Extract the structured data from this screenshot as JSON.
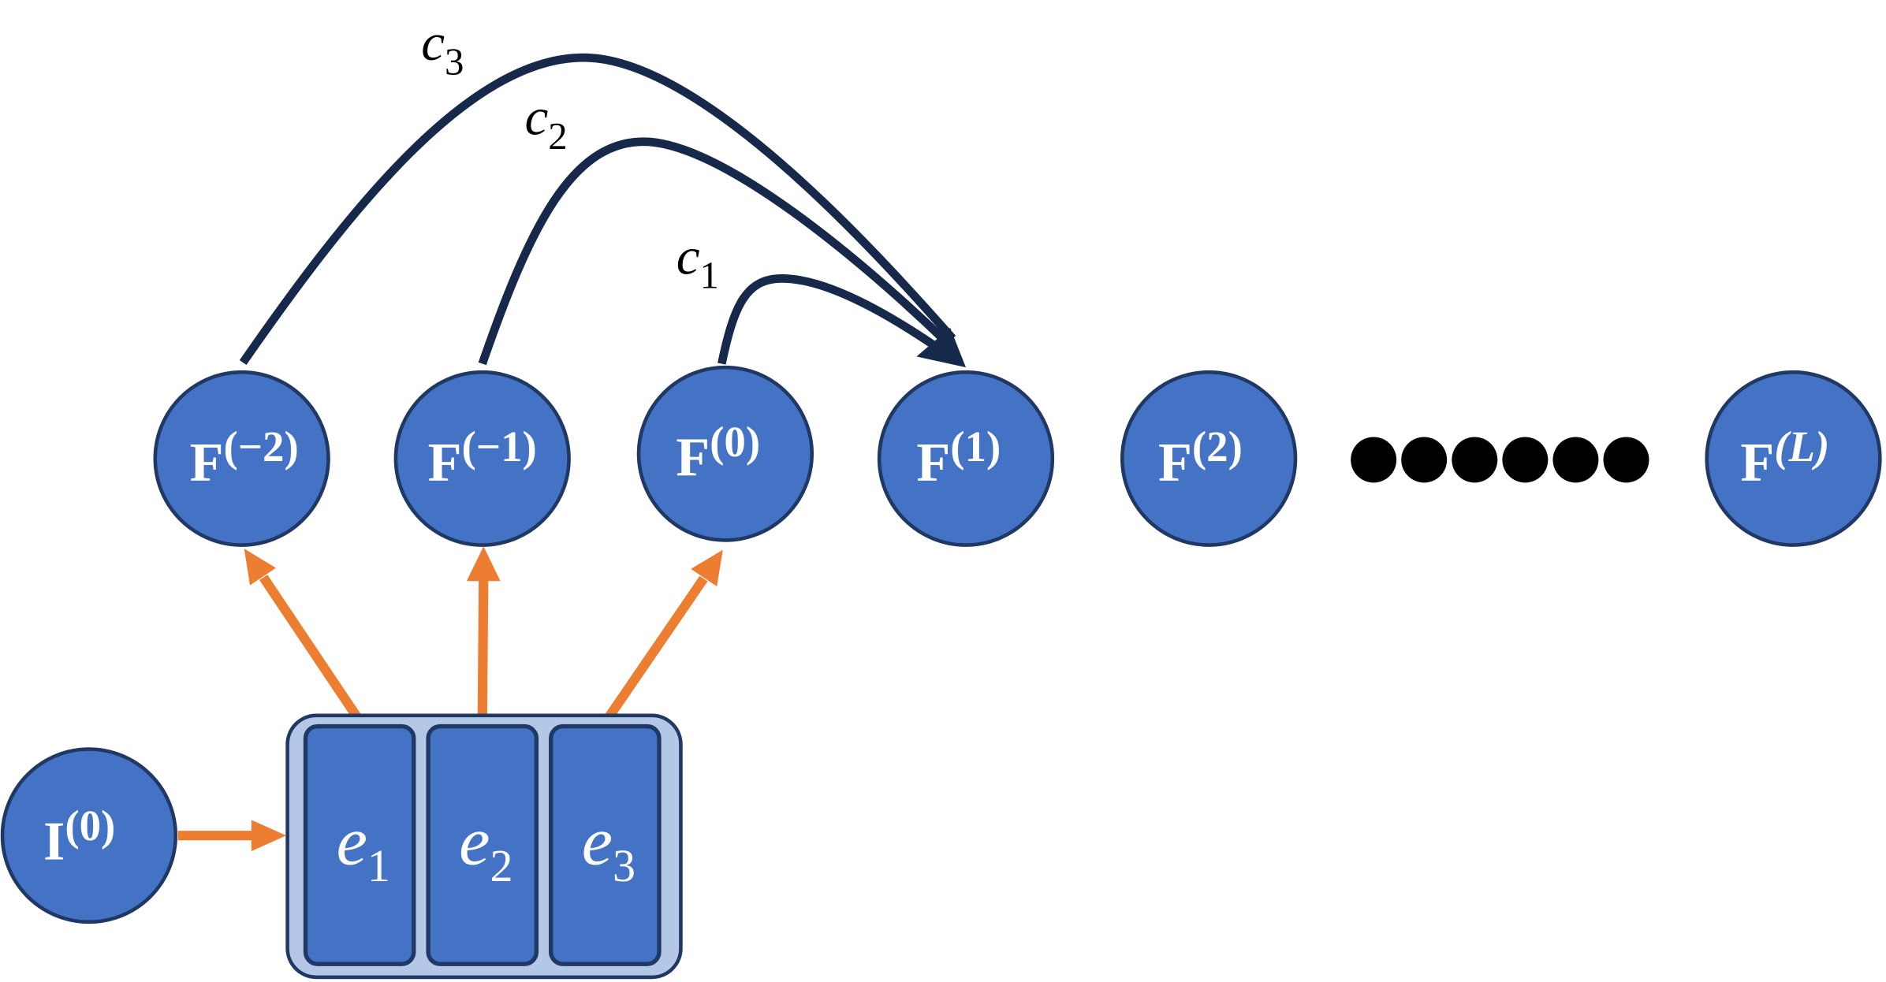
{
  "feature_nodes": [
    {
      "base": "F",
      "sup": "(−2)"
    },
    {
      "base": "F",
      "sup": "(−1)"
    },
    {
      "base": "F",
      "sup": "(0)"
    },
    {
      "base": "F",
      "sup": "(1)"
    },
    {
      "base": "F",
      "sup": "(2)"
    },
    {
      "base": "F",
      "sup": "(L)"
    }
  ],
  "input_node": {
    "base": "I",
    "sup": "(0)"
  },
  "experts": [
    {
      "base": "e",
      "sub": "1"
    },
    {
      "base": "e",
      "sub": "2"
    },
    {
      "base": "e",
      "sub": "3"
    }
  ],
  "connections": [
    {
      "base": "c",
      "sub": "1"
    },
    {
      "base": "c",
      "sub": "2"
    },
    {
      "base": "c",
      "sub": "3"
    }
  ],
  "colors": {
    "node_fill": "#4472C4",
    "node_stroke": "#1F3864",
    "group_fill": "#B4C7E7",
    "arrow": "#ED7D31",
    "curve": "#17294A"
  }
}
